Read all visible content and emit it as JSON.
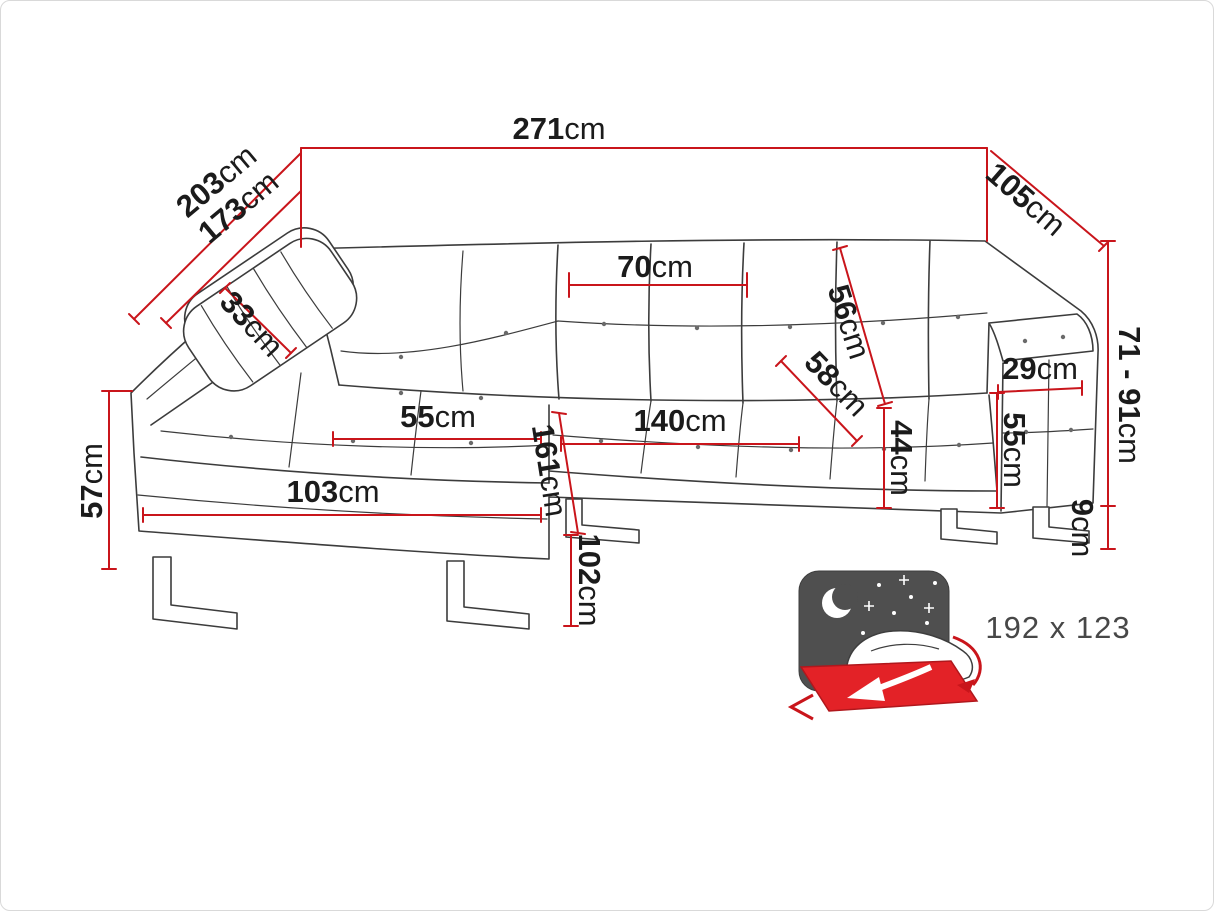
{
  "diagram": {
    "colors": {
      "dimension_line": "#c9151b",
      "outline": "#3c3c3c",
      "mattress_red": "#e32227",
      "panel_gray": "#4f4f4f"
    },
    "dimensions": {
      "total_width": {
        "value": "271",
        "unit": "cm"
      },
      "depth_outer": {
        "value": "203",
        "unit": "cm"
      },
      "depth_inner": {
        "value": "173",
        "unit": "cm"
      },
      "right_side_depth": {
        "value": "105",
        "unit": "cm"
      },
      "back_cushion_width": {
        "value": "70",
        "unit": "cm"
      },
      "corner_pillow": {
        "value": "33",
        "unit": "cm"
      },
      "backrest_height": {
        "value": "56",
        "unit": "cm"
      },
      "seat_depth": {
        "value": "58",
        "unit": "cm"
      },
      "armrest_width": {
        "value": "29",
        "unit": "cm"
      },
      "height_range": {
        "value": "71 - 91",
        "unit": "cm"
      },
      "chaise_cushion_width": {
        "value": "55",
        "unit": "cm"
      },
      "seat_front_width": {
        "value": "140",
        "unit": "cm"
      },
      "seat_height": {
        "value": "44",
        "unit": "cm"
      },
      "armrest_height": {
        "value": "55",
        "unit": "cm"
      },
      "chaise_length": {
        "value": "161",
        "unit": "cm"
      },
      "chaise_front_height": {
        "value": "57",
        "unit": "cm"
      },
      "chaise_front_width": {
        "value": "103",
        "unit": "cm"
      },
      "bed_depth": {
        "value": "102",
        "unit": "cm"
      },
      "leg_height": {
        "value": "9",
        "unit": "cm"
      }
    },
    "sleeping_area": {
      "label": "192 x 123"
    }
  }
}
